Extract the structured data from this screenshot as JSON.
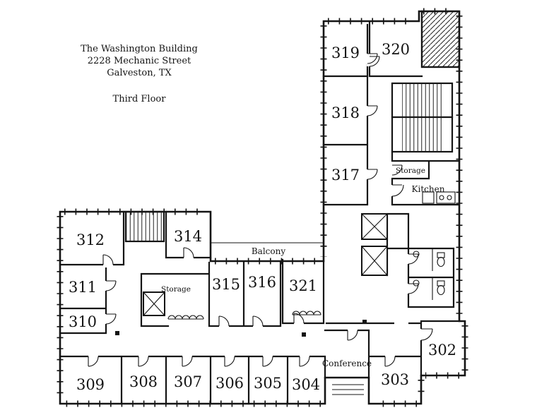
{
  "title": {
    "building": "The Washington Building",
    "address": "2228 Mechanic Street",
    "city": "Galveston, TX",
    "floor": "Third Floor"
  },
  "rooms": {
    "r302": "302",
    "r303": "303",
    "r304": "304",
    "r305": "305",
    "r306": "306",
    "r307": "307",
    "r308": "308",
    "r309": "309",
    "r310": "310",
    "r311": "311",
    "r312": "312",
    "r314": "314",
    "r315": "315",
    "r316": "316",
    "r317": "317",
    "r318": "318",
    "r319": "319",
    "r320": "320",
    "r321": "321"
  },
  "areas": {
    "balcony": "Balcony",
    "kitchen": "Kitchen",
    "conference": "Conference",
    "storage_upper": "Storage",
    "storage_lower": "Storage"
  }
}
